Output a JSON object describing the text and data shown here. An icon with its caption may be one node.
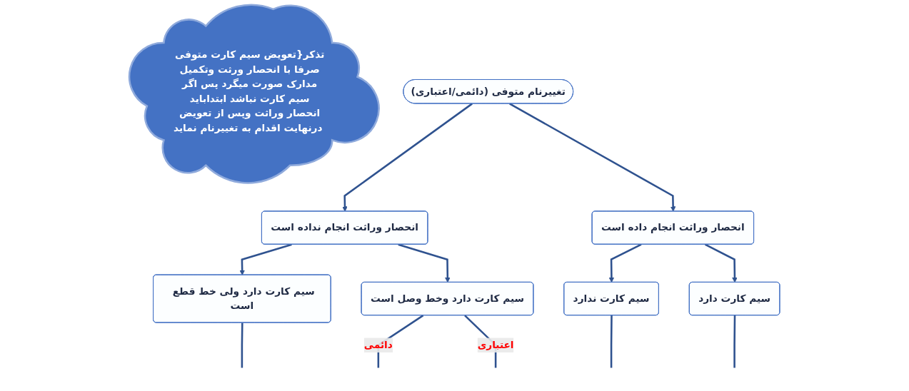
{
  "diagram": {
    "nodes": [
      {
        "text": [
          "تذکر{تعویض سیم کارت متوفی صرفا با انحصار ورثت وتکمیل مدارک صورت میگرد پس اگر سیم کارت نباشد ابتداباید انحصار وراثت وپس از تعویض درنهایت اقدام به تغییرنام نماید"
        ]
      },
      {
        "text": [
          "تغییرنام متوفی (دائمی/اعتباری)"
        ]
      },
      {
        "text": [
          "انحصار وراثت انجام نداده است"
        ]
      },
      {
        "text": [
          "انحصار وراثت انجام داده است"
        ]
      },
      {
        "text": [
          "سیم کارت دارد ولی خط قطع است"
        ]
      },
      {
        "text": [
          "سیم کارت دارد وخط وصل است"
        ]
      },
      {
        "text": [
          "سیم کارت ندارد"
        ]
      },
      {
        "text": [
          "سیم کارت دارد"
        ]
      }
    ],
    "edges": [
      {
        "from": 1,
        "to": 2,
        "arrow": "to"
      },
      {
        "from": 1,
        "to": 3,
        "arrow": "to"
      },
      {
        "from": 2,
        "to": 4,
        "arrow": "to"
      },
      {
        "from": 2,
        "to": 5,
        "arrow": "to"
      },
      {
        "from": 3,
        "to": 6,
        "arrow": "to"
      },
      {
        "from": 3,
        "to": 7,
        "arrow": "to"
      },
      {
        "from": 4,
        "to": null,
        "arrow": "none"
      },
      {
        "from": 5,
        "to": null,
        "arrow": "none",
        "label": "دائمی"
      },
      {
        "from": 5,
        "to": null,
        "arrow": "none",
        "label": "اعتباری"
      },
      {
        "from": 6,
        "to": null,
        "arrow": "none"
      },
      {
        "from": 7,
        "to": null,
        "arrow": "none"
      }
    ]
  }
}
